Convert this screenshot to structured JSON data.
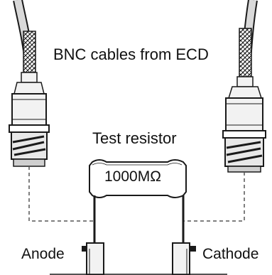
{
  "labels": {
    "cables": "BNC cables from ECD",
    "test_resistor": "Test resistor",
    "resistor_value": "1000MΩ",
    "anode": "Anode",
    "cathode": "Cathode"
  },
  "colors": {
    "line": "#1a1a1a",
    "cable_sheath": "#d9d9d9",
    "connector_body": "#f2f2f2",
    "dashed": "#555555"
  }
}
